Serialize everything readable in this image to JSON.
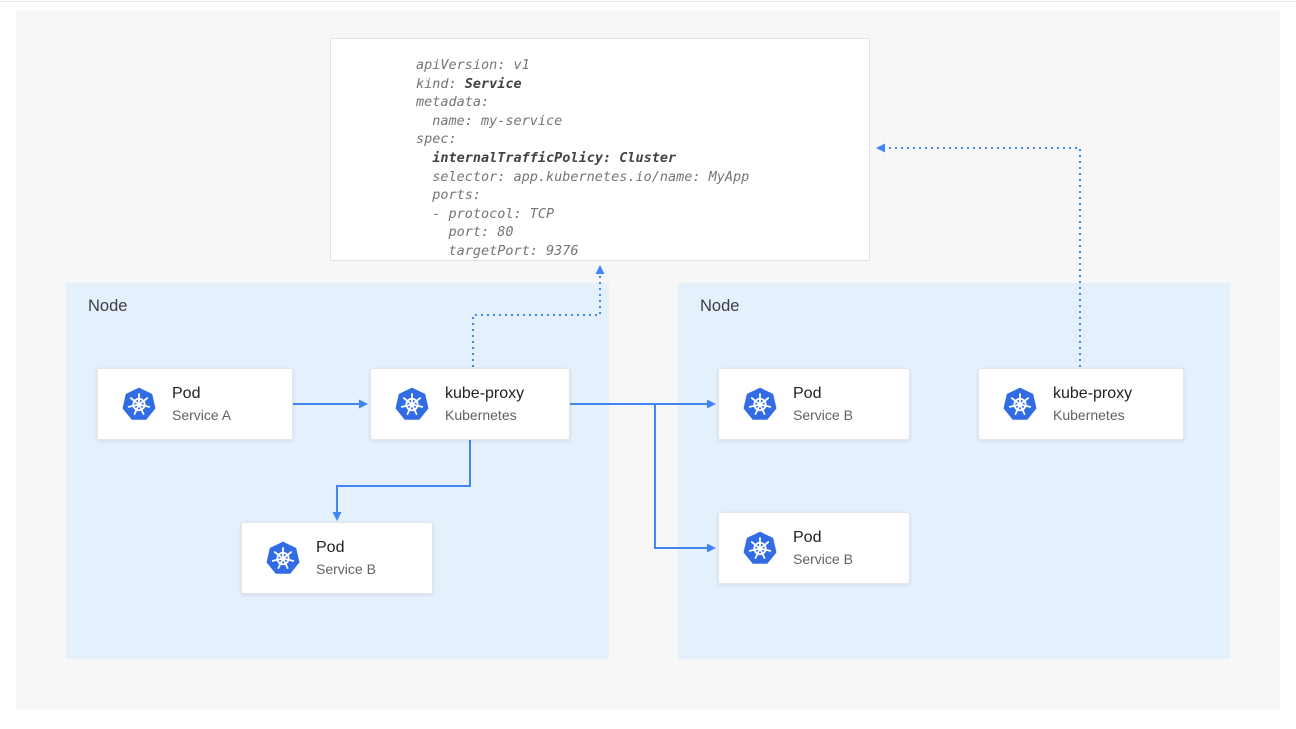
{
  "yaml_box": {
    "lines": [
      {
        "segments": [
          {
            "t": "apiVersion: v1"
          }
        ]
      },
      {
        "segments": [
          {
            "t": "kind: "
          },
          {
            "t": "Service",
            "b": true
          }
        ]
      },
      {
        "segments": [
          {
            "t": "metadata:"
          }
        ]
      },
      {
        "segments": [
          {
            "t": "  name: my-service"
          }
        ]
      },
      {
        "segments": [
          {
            "t": "spec:"
          }
        ]
      },
      {
        "segments": [
          {
            "t": "  "
          },
          {
            "t": "internalTrafficPolicy: Cluster",
            "b": true
          }
        ]
      },
      {
        "segments": [
          {
            "t": "  selector: app.kubernetes.io/name: MyApp"
          }
        ]
      },
      {
        "segments": [
          {
            "t": "  ports:"
          }
        ]
      },
      {
        "segments": [
          {
            "t": "  - protocol: TCP"
          }
        ]
      },
      {
        "segments": [
          {
            "t": "    port: 80"
          }
        ]
      },
      {
        "segments": [
          {
            "t": "    targetPort: 9376"
          }
        ]
      }
    ]
  },
  "nodes": {
    "left": {
      "label": "Node"
    },
    "right": {
      "label": "Node"
    }
  },
  "cards": {
    "pod_a": {
      "title": "Pod",
      "subtitle": "Service A"
    },
    "kube_proxy_left": {
      "title": "kube-proxy",
      "subtitle": "Kubernetes"
    },
    "pod_b_left": {
      "title": "Pod",
      "subtitle": "Service B"
    },
    "pod_b_right_top": {
      "title": "Pod",
      "subtitle": "Service B"
    },
    "pod_b_right_bot": {
      "title": "Pod",
      "subtitle": "Service B"
    },
    "kube_proxy_right": {
      "title": "kube-proxy",
      "subtitle": "Kubernetes"
    }
  },
  "colors": {
    "arrow_color": "#4285f4",
    "node_fill": "#e4f0fc",
    "kubernetes_blue": "#326ce5"
  }
}
